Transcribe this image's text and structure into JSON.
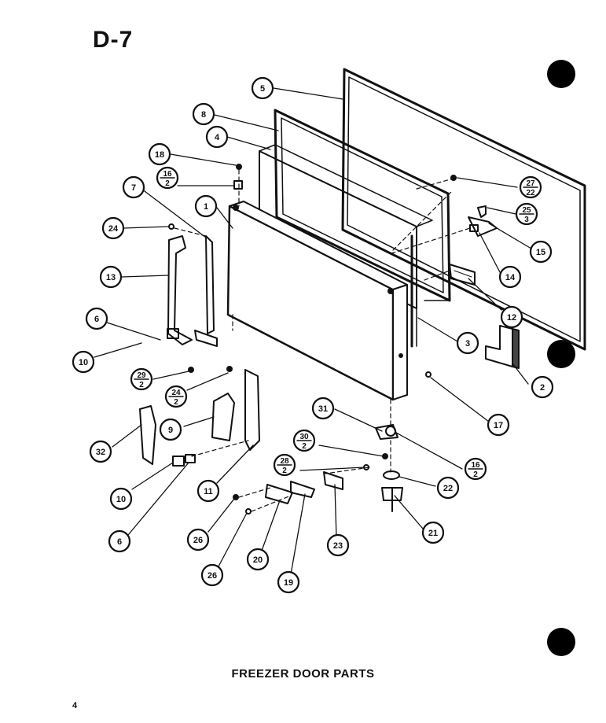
{
  "page_label": "D-7",
  "title": "FREEZER DOOR PARTS",
  "page_number": "4",
  "callouts": [
    {
      "id": "5",
      "text": "5"
    },
    {
      "id": "8",
      "text": "8"
    },
    {
      "id": "4",
      "text": "4"
    },
    {
      "id": "18",
      "text": "18"
    },
    {
      "id": "16-2-top",
      "num": "16",
      "den": "2"
    },
    {
      "id": "7",
      "text": "7"
    },
    {
      "id": "1",
      "text": "1"
    },
    {
      "id": "24",
      "text": "24"
    },
    {
      "id": "13",
      "text": "13"
    },
    {
      "id": "6-left",
      "text": "6"
    },
    {
      "id": "10-left",
      "text": "10"
    },
    {
      "id": "29-2",
      "num": "29",
      "den": "2"
    },
    {
      "id": "24-2",
      "num": "24",
      "den": "2"
    },
    {
      "id": "27-22",
      "num": "27",
      "den": "22"
    },
    {
      "id": "25-3",
      "num": "25",
      "den": "3"
    },
    {
      "id": "15",
      "text": "15"
    },
    {
      "id": "14",
      "text": "14"
    },
    {
      "id": "12",
      "text": "12"
    },
    {
      "id": "3",
      "text": "3"
    },
    {
      "id": "2",
      "text": "2"
    },
    {
      "id": "17",
      "text": "17"
    },
    {
      "id": "31",
      "text": "31"
    },
    {
      "id": "16-2-bottom",
      "num": "16",
      "den": "2"
    },
    {
      "id": "30-2",
      "num": "30",
      "den": "2"
    },
    {
      "id": "28-2",
      "num": "28",
      "den": "2"
    },
    {
      "id": "22",
      "text": "22"
    },
    {
      "id": "21",
      "text": "21"
    },
    {
      "id": "32",
      "text": "32"
    },
    {
      "id": "9",
      "text": "9"
    },
    {
      "id": "11",
      "text": "11"
    },
    {
      "id": "10-bottom",
      "text": "10"
    },
    {
      "id": "6-bottom",
      "text": "6"
    },
    {
      "id": "26-a",
      "text": "26"
    },
    {
      "id": "26-b",
      "text": "26"
    },
    {
      "id": "20",
      "text": "20"
    },
    {
      "id": "19",
      "text": "19"
    },
    {
      "id": "23",
      "text": "23"
    }
  ]
}
